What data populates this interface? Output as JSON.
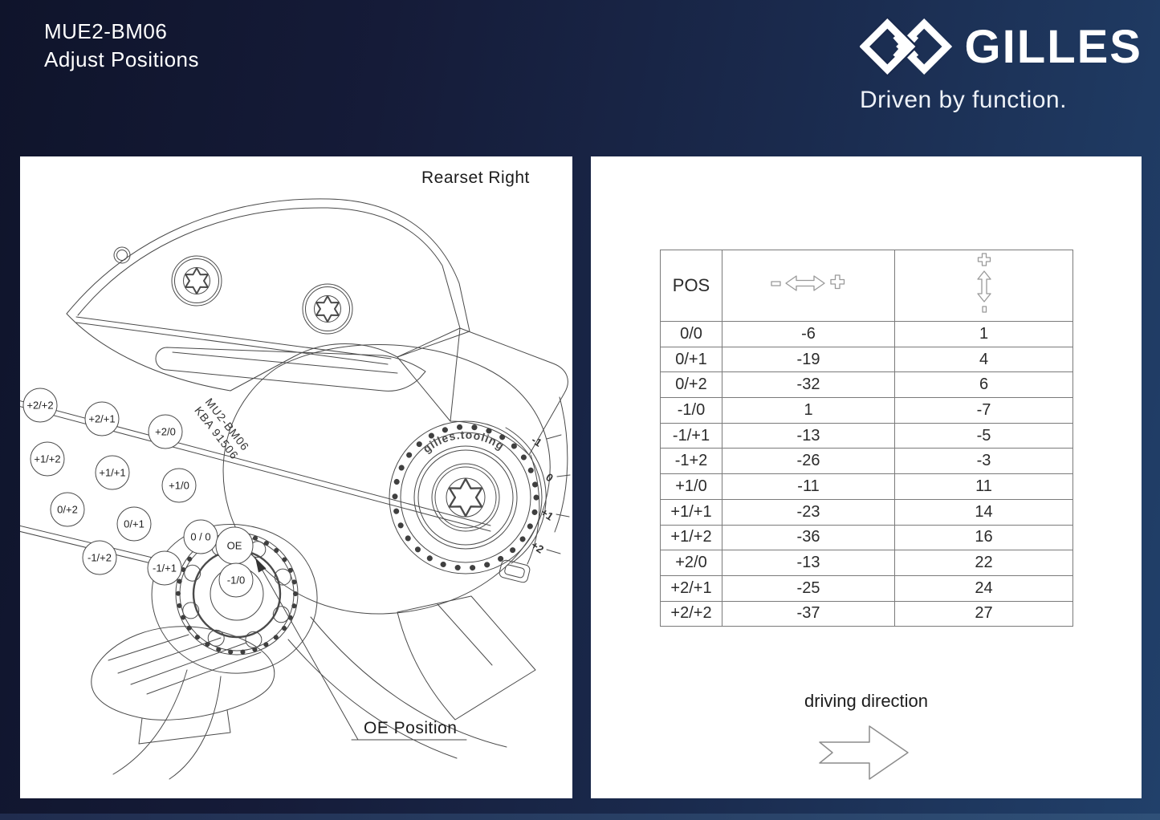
{
  "header": {
    "title_line1": "MUE2-BM06",
    "title_line2": "Adjust Positions",
    "brand_name": "GILLES",
    "tagline": "Driven by function.",
    "logo_icon": "interlocked-diamonds"
  },
  "drawing_panel": {
    "heading": "Rearset Right",
    "oe_label": "OE Position",
    "part_marking": {
      "line1": "MU2-BM06",
      "line2": "KBA 91506"
    },
    "dial": {
      "brand": "gilles.tooling",
      "scale": [
        "-1",
        "0",
        "+1",
        "+2"
      ]
    },
    "bubbles": [
      "+2/+2",
      "+2/+1",
      "+2/0",
      "+1/+2",
      "+1/+1",
      "+1/0",
      "0/+2",
      "0/+1",
      "-1/+2",
      "-1/+1",
      "0 / 0",
      "OE",
      "-1/0"
    ]
  },
  "table": {
    "header": {
      "pos": "POS",
      "horizontal_icons": [
        "minus-icon",
        "horizontal-double-arrow-icon",
        "plus-icon"
      ],
      "vertical_icons": [
        "plus-icon",
        "vertical-double-arrow-icon",
        "minus-icon"
      ]
    },
    "rows": [
      {
        "pos": "0/0",
        "h": "-6",
        "v": "1"
      },
      {
        "pos": "0/+1",
        "h": "-19",
        "v": "4"
      },
      {
        "pos": "0/+2",
        "h": "-32",
        "v": "6"
      },
      {
        "pos": "-1/0",
        "h": "1",
        "v": "-7"
      },
      {
        "pos": "-1/+1",
        "h": "-13",
        "v": "-5"
      },
      {
        "pos": "-1+2",
        "h": "-26",
        "v": "-3"
      },
      {
        "pos": "+1/0",
        "h": "-11",
        "v": "11"
      },
      {
        "pos": "+1/+1",
        "h": "-23",
        "v": "14"
      },
      {
        "pos": "+1/+2",
        "h": "-36",
        "v": "16"
      },
      {
        "pos": "+2/0",
        "h": "-13",
        "v": "22"
      },
      {
        "pos": "+2/+1",
        "h": "-25",
        "v": "24"
      },
      {
        "pos": "+2/+2",
        "h": "-37",
        "v": "27"
      }
    ]
  },
  "driving_direction": {
    "label": "driving direction",
    "arrow_icon": "outline-right-arrow"
  },
  "colors": {
    "bg_left": "#0f142b",
    "bg_right": "#21406a",
    "panel": "#ffffff",
    "drawing_line": "#4a4a4a",
    "table_border": "#7a7a7a",
    "text_on_dark": "#ffffff"
  }
}
